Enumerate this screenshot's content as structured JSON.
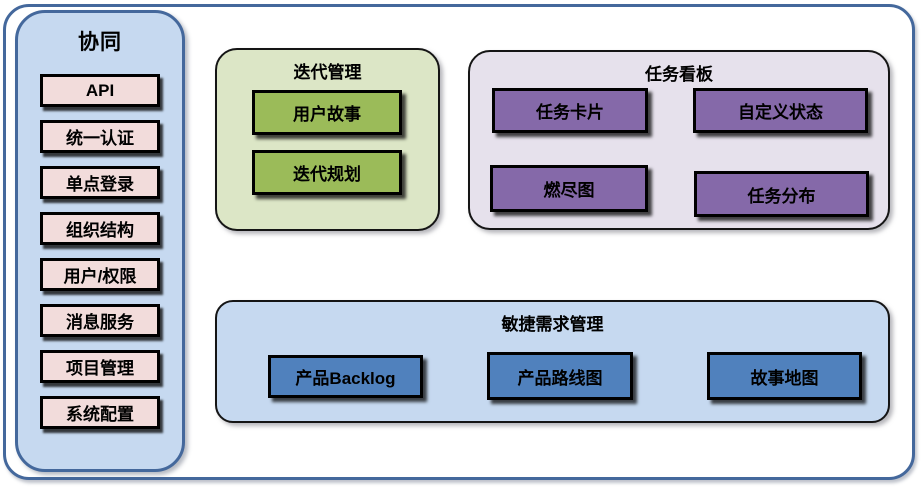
{
  "diagram": {
    "background_color": "#ffffff",
    "frame_border_color": "#44689c"
  },
  "sidebar": {
    "title": "协同",
    "bg_color": "#c6d9f0",
    "border_color": "#44689c",
    "item_bg_color": "#f2dcdb",
    "items": [
      "API",
      "统一认证",
      "单点登录",
      "组织结构",
      "用户/权限",
      "消息服务",
      "项目管理",
      "系统配置"
    ]
  },
  "groups": [
    {
      "title": "迭代管理",
      "bg_color": "#dce6c6",
      "item_bg_color": "#9bbb59",
      "items": [
        "用户故事",
        "迭代规划"
      ]
    },
    {
      "title": "任务看板",
      "bg_color": "#e6e1ec",
      "item_bg_color": "#8569a9",
      "items": [
        "任务卡片",
        "自定义状态",
        "燃尽图",
        "任务分布"
      ]
    },
    {
      "title": "敏捷需求管理",
      "bg_color": "#c6d9f0",
      "item_bg_color": "#5081bd",
      "items": [
        "产品Backlog",
        "产品路线图",
        "故事地图"
      ]
    }
  ]
}
